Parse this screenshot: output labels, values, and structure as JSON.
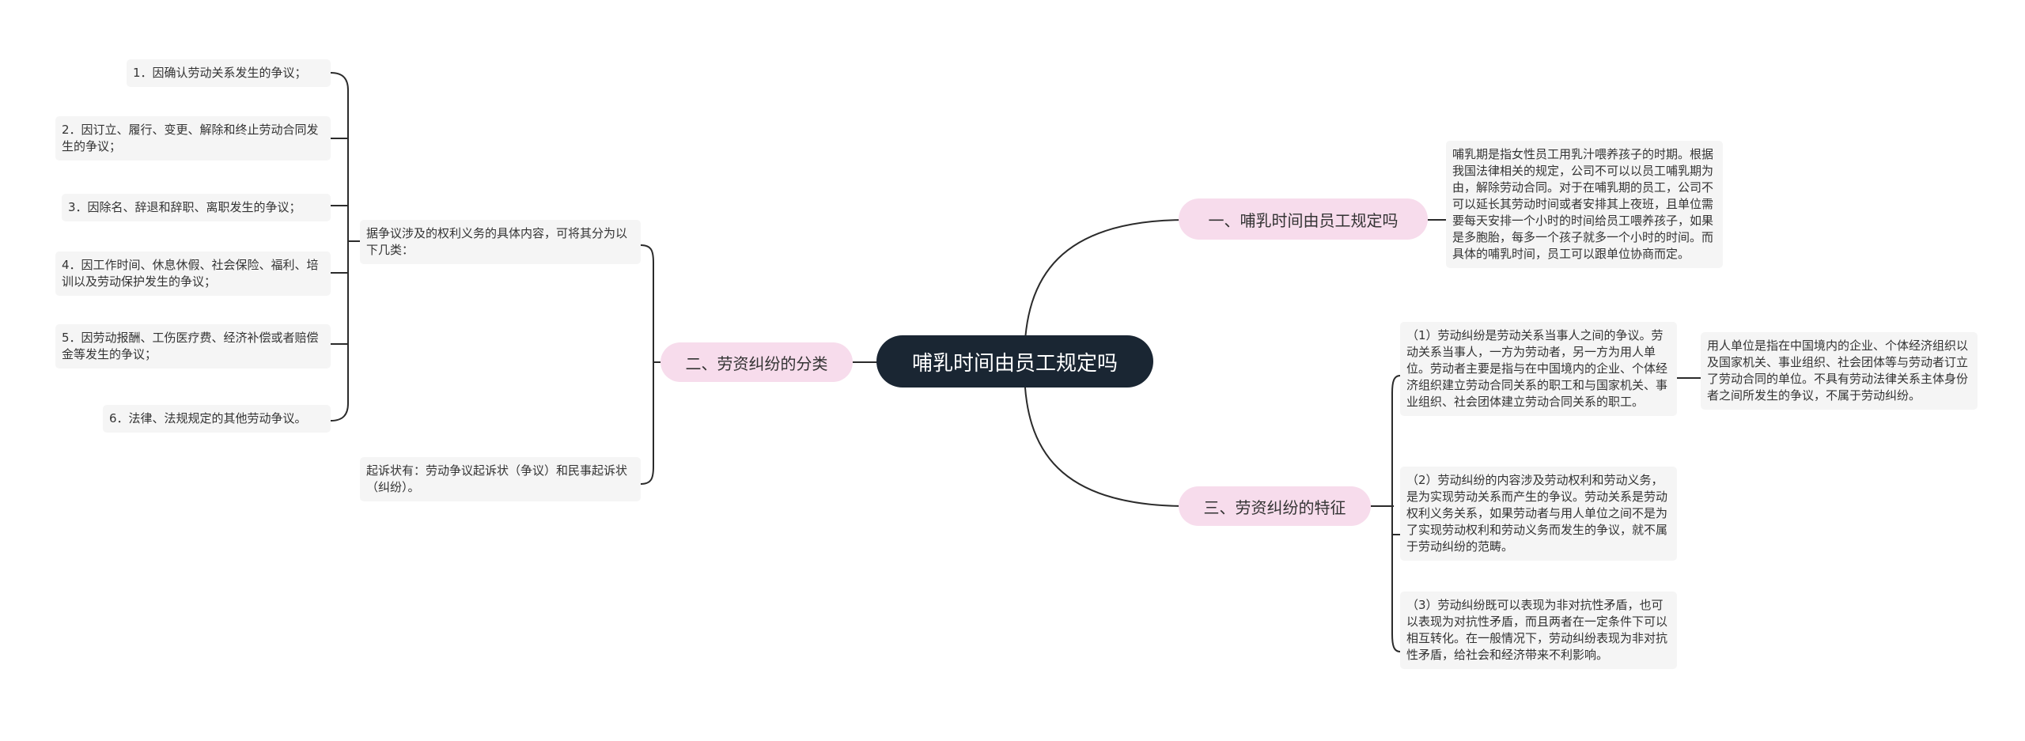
{
  "root": "哺乳时间由员工规定吗",
  "branches": {
    "b1": "一、哺乳时间由员工规定吗",
    "b2": "二、劳资纠纷的分类",
    "b3": "三、劳资纠纷的特征"
  },
  "b1_text": "哺乳期是指女性员工用乳汁喂养孩子的时期。根据我国法律相关的规定，公司不可以以员工哺乳期为由，解除劳动合同。对于在哺乳期的员工，公司不可以延长其劳动时间或者安排其上夜班，且单位需要每天安排一个小时的时间给员工喂养孩子，如果是多胞胎，每多一个孩子就多一个小时的时间。而具体的哺乳时间，员工可以跟单位协商而定。",
  "b2": {
    "sub1": "据争议涉及的权利义务的具体内容，可将其分为以下几类：",
    "sub2": "起诉状有：劳动争议起诉状（争议）和民事起诉状（纠纷）。",
    "items": [
      "1．因确认劳动关系发生的争议；",
      "2．因订立、履行、变更、解除和终止劳动合同发生的争议；",
      "3．因除名、辞退和辞职、离职发生的争议；",
      "4．因工作时间、休息休假、社会保险、福利、培训以及劳动保护发生的争议；",
      "5．因劳动报酬、工伤医疗费、经济补偿或者赔偿金等发生的争议；",
      "6．法律、法规规定的其他劳动争议。"
    ]
  },
  "b3": {
    "f1": "（1）劳动纠纷是劳动关系当事人之间的争议。劳动关系当事人，一方为劳动者，另一方为用人单位。劳动者主要是指与在中国境内的企业、个体经济组织建立劳动合同关系的职工和与国家机关、事业组织、社会团体建立劳动合同关系的职工。",
    "f1_note": "用人单位是指在中国境内的企业、个体经济组织以及国家机关、事业组织、社会团体等与劳动者订立了劳动合同的单位。不具有劳动法律关系主体身份者之间所发生的争议，不属于劳动纠纷。",
    "f2": "（2）劳动纠纷的内容涉及劳动权利和劳动义务，是为实现劳动关系而产生的争议。劳动关系是劳动权利义务关系，如果劳动者与用人单位之间不是为了实现劳动权利和劳动义务而发生的争议，就不属于劳动纠纷的范畴。",
    "f3": "（3）劳动纠纷既可以表现为非对抗性矛盾，也可以表现为对抗性矛盾，而且两者在一定条件下可以相互转化。在一般情况下，劳动纠纷表现为非对抗性矛盾，给社会和经济带来不利影响。"
  },
  "colors": {
    "root_bg": "#1a2633",
    "branch_bg": "#f7dcec",
    "leaf_bg": "#f5f5f5",
    "line": "#2b2b2b"
  }
}
